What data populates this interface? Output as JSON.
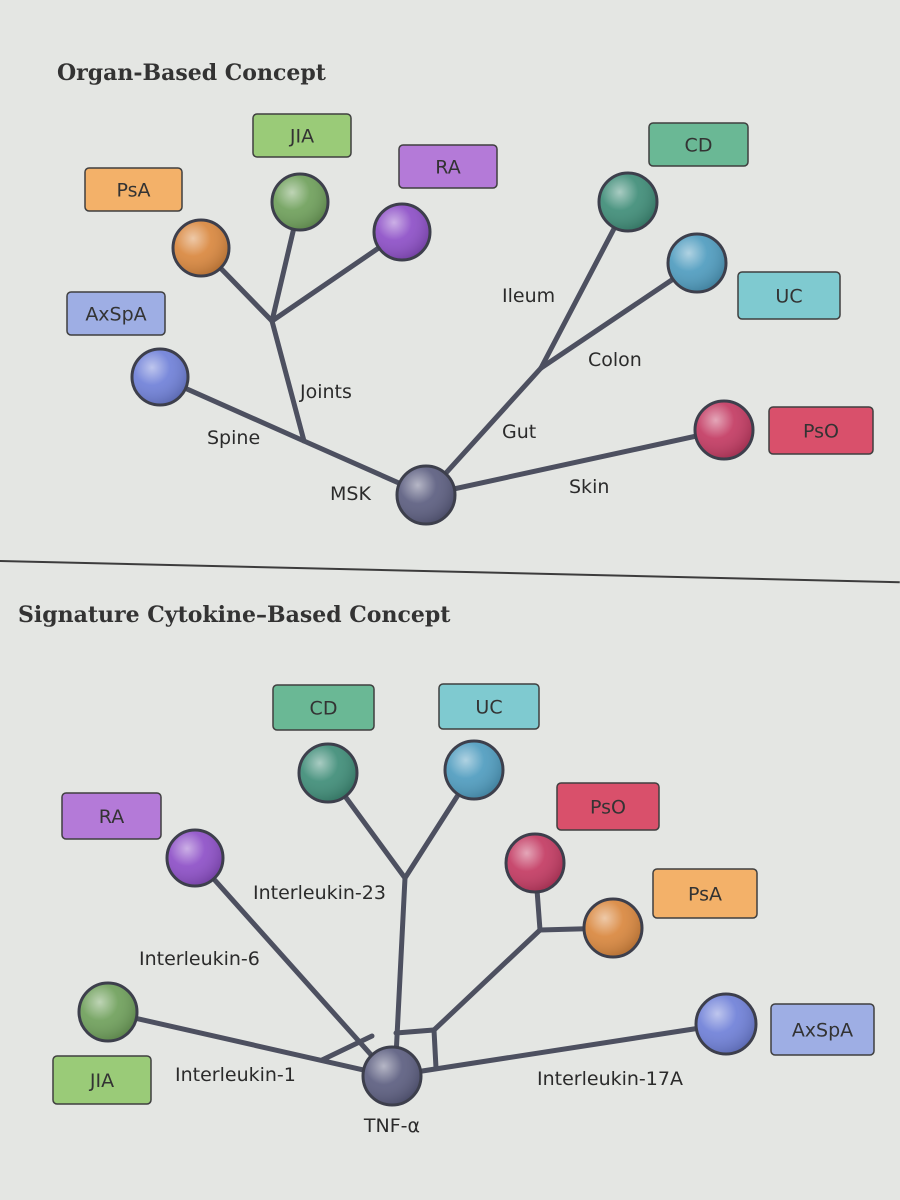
{
  "organ": {
    "title": "Organ-Based Concept",
    "root": {
      "label": "MSK",
      "color": "#5c5e80",
      "icon": "root-node"
    },
    "branches": {
      "spine": "Spine",
      "joints": "Joints",
      "gut": "Gut",
      "ileum": "Ileum",
      "colon": "Colon",
      "skin": "Skin"
    },
    "diseases": {
      "psa": {
        "label": "PsA",
        "color": "#d9873e",
        "badge": "#f3b169"
      },
      "jia": {
        "label": "JIA",
        "color": "#6fa05b",
        "badge": "#9acb78"
      },
      "ra": {
        "label": "RA",
        "color": "#8d4fc7",
        "badge": "#b47ad8"
      },
      "axspa": {
        "label": "AxSpA",
        "color": "#6f80d8",
        "badge": "#9eaee4"
      },
      "cd": {
        "label": "CD",
        "color": "#3f8d78",
        "badge": "#6ab895"
      },
      "uc": {
        "label": "UC",
        "color": "#4f9cbf",
        "badge": "#7fcad0"
      },
      "pso": {
        "label": "PsO",
        "color": "#c33a62",
        "badge": "#d9506b"
      }
    }
  },
  "cytokine": {
    "title": "Signature Cytokine–Based Concept",
    "root": {
      "label": "TNF-α",
      "color": "#5c5e80",
      "icon": "root-node"
    },
    "branches": {
      "il23": "Interleukin-23",
      "il6": "Interleukin-6",
      "il1": "Interleukin-1",
      "il17a": "Interleukin-17A"
    },
    "diseases": {
      "cd": {
        "label": "CD",
        "color": "#3f8d78",
        "badge": "#6ab895"
      },
      "uc": {
        "label": "UC",
        "color": "#4f9cbf",
        "badge": "#7fcad0"
      },
      "ra": {
        "label": "RA",
        "color": "#8d4fc7",
        "badge": "#b47ad8"
      },
      "pso": {
        "label": "PsO",
        "color": "#c33a62",
        "badge": "#d9506b"
      },
      "psa": {
        "label": "PsA",
        "color": "#d9873e",
        "badge": "#f3b169"
      },
      "jia": {
        "label": "JIA",
        "color": "#6fa05b",
        "badge": "#9acb78"
      },
      "axspa": {
        "label": "AxSpA",
        "color": "#6f80d8",
        "badge": "#9eaee4"
      }
    }
  }
}
